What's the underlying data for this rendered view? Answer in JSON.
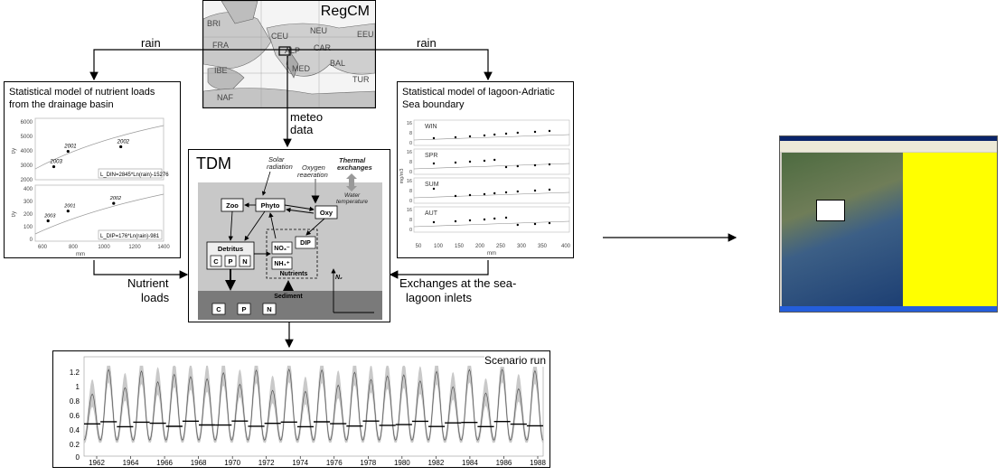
{
  "regcm": {
    "title": "RegCM",
    "regions": [
      "BRI",
      "NEU",
      "EEU",
      "FRA",
      "CEU",
      "CAR",
      "IBE",
      "MED",
      "ALP",
      "BAL",
      "TUR",
      "NAF"
    ]
  },
  "flows": {
    "rain_left": "rain",
    "rain_right": "rain",
    "meteo": "meteo",
    "meteo_data": "data",
    "nutrient_loads_1": "Nutrient",
    "nutrient_loads_2": "loads",
    "exchanges_1": "Exchanges at the sea-",
    "exchanges_2": "lagoon inlets"
  },
  "nutrient_model": {
    "title_1": "Statistical model of nutrient loads",
    "title_2": "from the drainage basin",
    "top_chart": {
      "ylabel": "t/y",
      "yticks": [
        "6000",
        "5000",
        "4000",
        "3000",
        "2000"
      ],
      "points": [
        {
          "label": "2003",
          "x": 680,
          "y": 2850
        },
        {
          "label": "2001",
          "x": 780,
          "y": 3850
        },
        {
          "label": "2002",
          "x": 1150,
          "y": 4150
        }
      ],
      "equation": "L_DIN=2845*Ln(rain)-15276"
    },
    "bottom_chart": {
      "ylabel": "t/y",
      "yticks": [
        "400",
        "300",
        "200",
        "100",
        "0"
      ],
      "xticks": [
        "600",
        "800",
        "1000",
        "1200",
        "1400"
      ],
      "xlabel": "mm",
      "points": [
        {
          "label": "2003",
          "x": 640,
          "y": 145
        },
        {
          "label": "2001",
          "x": 780,
          "y": 215
        },
        {
          "label": "2002",
          "x": 1100,
          "y": 270
        }
      ],
      "equation": "L_DIP=176*Ln(rain)-981"
    }
  },
  "boundary_model": {
    "title_1": "Statistical model of lagoon-Adriatic",
    "title_2": "Sea boundary",
    "ylabel": "mg/m3",
    "xlabel": "mm",
    "xticks": [
      "50",
      "100",
      "150",
      "200",
      "250",
      "300",
      "350",
      "400"
    ],
    "seasons": [
      {
        "name": "WIN",
        "yticks": [
          "16",
          "8",
          "0"
        ]
      },
      {
        "name": "SPR",
        "yticks": [
          "16",
          "8",
          "0"
        ]
      },
      {
        "name": "SUM",
        "yticks": [
          "16",
          "8",
          "0"
        ]
      },
      {
        "name": "AUT",
        "yticks": [
          "16",
          "8",
          "0"
        ]
      }
    ]
  },
  "tdm": {
    "title": "TDM",
    "solar": "Solar",
    "radiation": "radiation",
    "oxygen": "Oxygen",
    "reaeration": "reaeration",
    "thermal": "Thermal",
    "exchanges": "exchanges",
    "water": "Water",
    "temperature": "temperature",
    "zoo": "Zoo",
    "phyto": "Phyto",
    "oxy": "Oxy",
    "detritus": "Detritus",
    "c": "C",
    "p": "P",
    "n": "N",
    "no3": "NO₃⁻",
    "nh4": "NH₄⁺",
    "dip": "DIP",
    "nutrients": "Nutrients",
    "n2": "N₂",
    "sediment": "Sediment"
  },
  "scenario": {
    "title": "Scenario run",
    "yticks": [
      "1.2",
      "1",
      "0.8",
      "0.6",
      "0.4",
      "0.2",
      "0"
    ],
    "xticks": [
      "1962",
      "1964",
      "1966",
      "1968",
      "1970",
      "1972",
      "1974",
      "1976",
      "1978",
      "1980",
      "1982",
      "1984",
      "1986",
      "1988"
    ]
  }
}
